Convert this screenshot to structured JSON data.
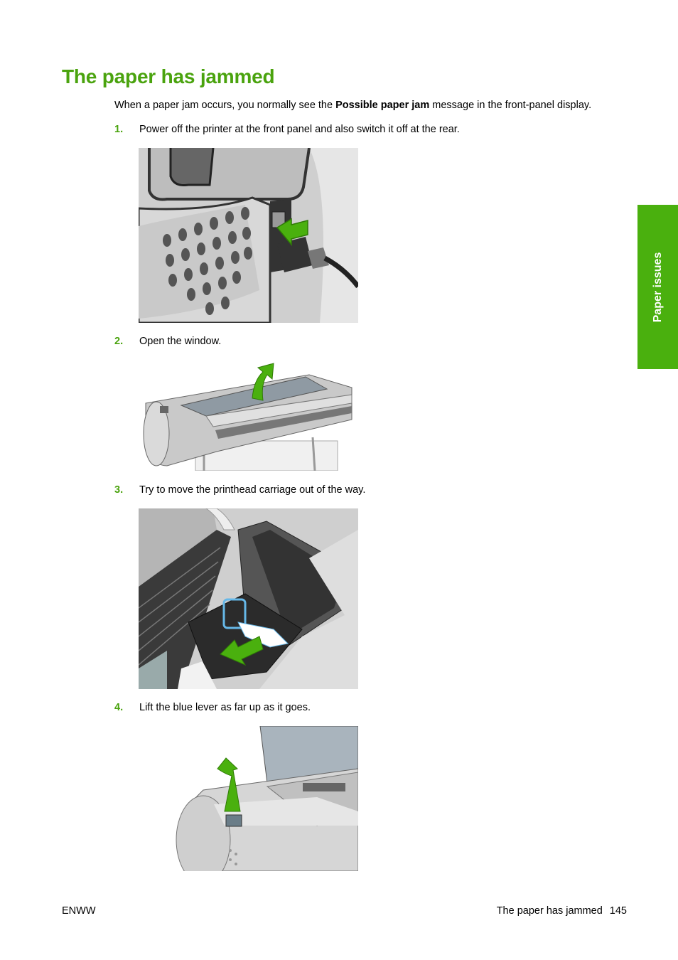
{
  "page_title": "The paper has jammed",
  "intro": {
    "before": "When a paper jam occurs, you normally see the ",
    "bold": "Possible paper jam",
    "after": " message in the front-panel display."
  },
  "steps": [
    {
      "num": "1.",
      "text": "Power off the printer at the front panel and also switch it off at the rear."
    },
    {
      "num": "2.",
      "text": "Open the window."
    },
    {
      "num": "3.",
      "text": "Try to move the printhead carriage out of the way."
    },
    {
      "num": "4.",
      "text": "Lift the blue lever as far up as it goes."
    }
  ],
  "side_tab": {
    "label": "Paper issues"
  },
  "footer": {
    "left": "ENWW",
    "right_title": "The paper has jammed",
    "page_number": "145"
  },
  "colors": {
    "accent_green": "#4aa30e",
    "tab_green": "#4ab00e"
  }
}
